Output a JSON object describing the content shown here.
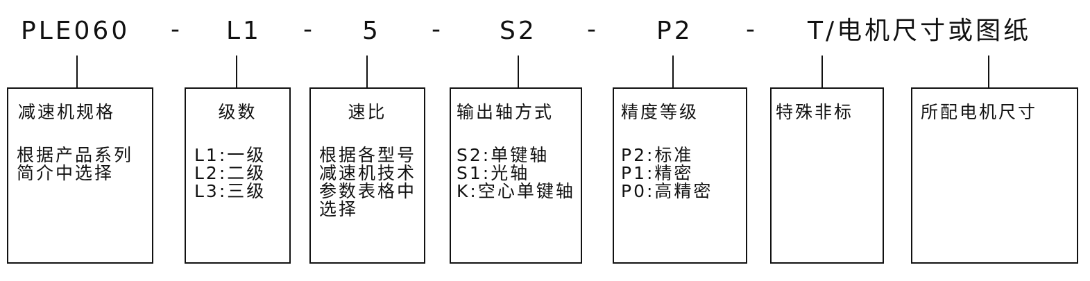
{
  "code": {
    "parts": [
      "PLE060",
      "L1",
      "5",
      "S2",
      "P2",
      "T/电机尺寸或图纸"
    ],
    "separator": "-"
  },
  "boxes": [
    {
      "title": "减速机规格",
      "lines": [
        "根据产品系列简介中选择"
      ]
    },
    {
      "title": "级数",
      "lines": [
        "L1:一级",
        "L2:二级",
        "L3:三级"
      ]
    },
    {
      "title": "速比",
      "lines": [
        "根据各型号减速机技术参数表格中选择"
      ]
    },
    {
      "title": "输出轴方式",
      "lines": [
        "S2:单键轴",
        "S1:光轴",
        "K:空心单键轴"
      ]
    },
    {
      "title": "精度等级",
      "lines": [
        "P2:标准",
        "P1:精密",
        "P0:高精密"
      ]
    },
    {
      "title": "特殊非标",
      "lines": []
    },
    {
      "title": "所配电机尺寸",
      "lines": []
    }
  ]
}
